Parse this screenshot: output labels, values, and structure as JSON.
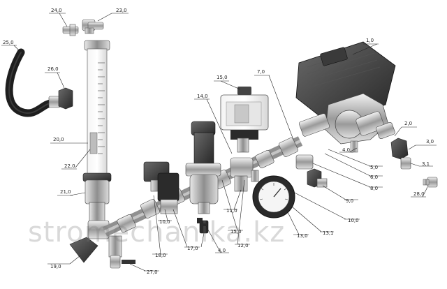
{
  "watermark": "stromechanika.kz",
  "callouts": [
    {
      "id": "1.0",
      "text": "1,0"
    },
    {
      "id": "2.0",
      "text": "2,0"
    },
    {
      "id": "3.0",
      "text": "3,0"
    },
    {
      "id": "3.1",
      "text": "3,1"
    },
    {
      "id": "4.0a",
      "text": "4,0"
    },
    {
      "id": "4.0b",
      "text": "4,0"
    },
    {
      "id": "5.0",
      "text": "5,0"
    },
    {
      "id": "6.0",
      "text": "6,0"
    },
    {
      "id": "7.0",
      "text": "7,0"
    },
    {
      "id": "8.0",
      "text": "8,0"
    },
    {
      "id": "9.0",
      "text": "9,0"
    },
    {
      "id": "10.0a",
      "text": "10,0"
    },
    {
      "id": "10.0b",
      "text": "10,0"
    },
    {
      "id": "11.0",
      "text": "11,0"
    },
    {
      "id": "12.0",
      "text": "12,0"
    },
    {
      "id": "13.0",
      "text": "13,0"
    },
    {
      "id": "13.1",
      "text": "13,1"
    },
    {
      "id": "14.0",
      "text": "14,0"
    },
    {
      "id": "15.0a",
      "text": "15,0"
    },
    {
      "id": "15.0b",
      "text": "15,0"
    },
    {
      "id": "17.0",
      "text": "17,0"
    },
    {
      "id": "18.0",
      "text": "18,0"
    },
    {
      "id": "19.0",
      "text": "19,0"
    },
    {
      "id": "20.0",
      "text": "20,0"
    },
    {
      "id": "21.0",
      "text": "21,0"
    },
    {
      "id": "22.0",
      "text": "22,0"
    },
    {
      "id": "23.0",
      "text": "23,0"
    },
    {
      "id": "24.0",
      "text": "24,0"
    },
    {
      "id": "25.0",
      "text": "25,0"
    },
    {
      "id": "26.0",
      "text": "26,0"
    },
    {
      "id": "27.0",
      "text": "27,0"
    },
    {
      "id": "28.0",
      "text": "28,0"
    }
  ]
}
